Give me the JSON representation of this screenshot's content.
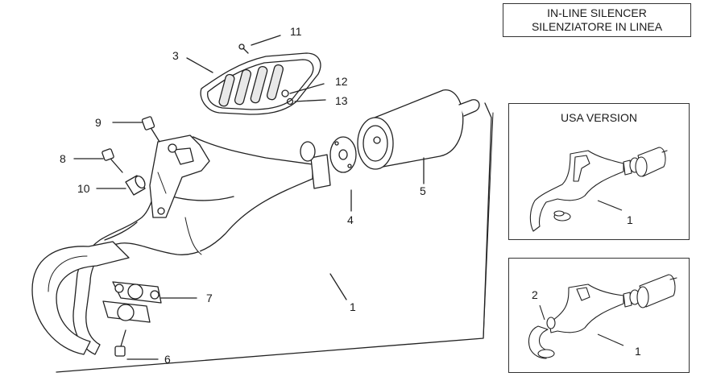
{
  "title_box": {
    "line1": "IN-LINE SILENCER",
    "line2": "SILENZIATORE IN LINEA"
  },
  "usa_box": {
    "title": "USA VERSION",
    "callout": "1"
  },
  "alt_box": {
    "callout_a": "2",
    "callout_b": "1"
  },
  "callouts": {
    "c1": "1",
    "c3": "3",
    "c4": "4",
    "c5": "5",
    "c6": "6",
    "c7": "7",
    "c8": "8",
    "c9": "9",
    "c10": "10",
    "c11": "11",
    "c12": "12",
    "c13": "13"
  }
}
